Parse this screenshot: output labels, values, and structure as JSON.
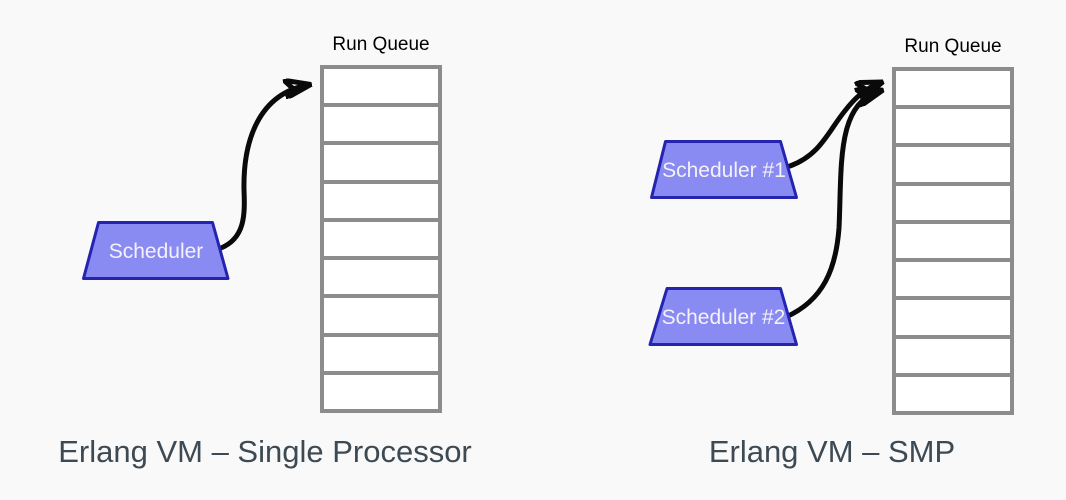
{
  "colors": {
    "background": "#f9f9f9",
    "queue-border": "#8c8c8c",
    "queue-cell": "#ffffff",
    "scheduler-fill": "#8a8af3",
    "scheduler-border": "#2424b0",
    "scheduler-text": "#f2f2f7",
    "arrow": "#0a0a0a",
    "caption-text": "#3d4a53",
    "queue-label-text": "#000000"
  },
  "diagrams": [
    {
      "caption": "Erlang VM – Single Processor",
      "queue_label": "Run Queue",
      "queue_cells": 9,
      "schedulers": [
        {
          "label": "Scheduler"
        }
      ]
    },
    {
      "caption": "Erlang VM – SMP",
      "queue_label": "Run Queue",
      "queue_cells": 9,
      "schedulers": [
        {
          "label": "Scheduler #1"
        },
        {
          "label": "Scheduler #2"
        }
      ]
    }
  ]
}
